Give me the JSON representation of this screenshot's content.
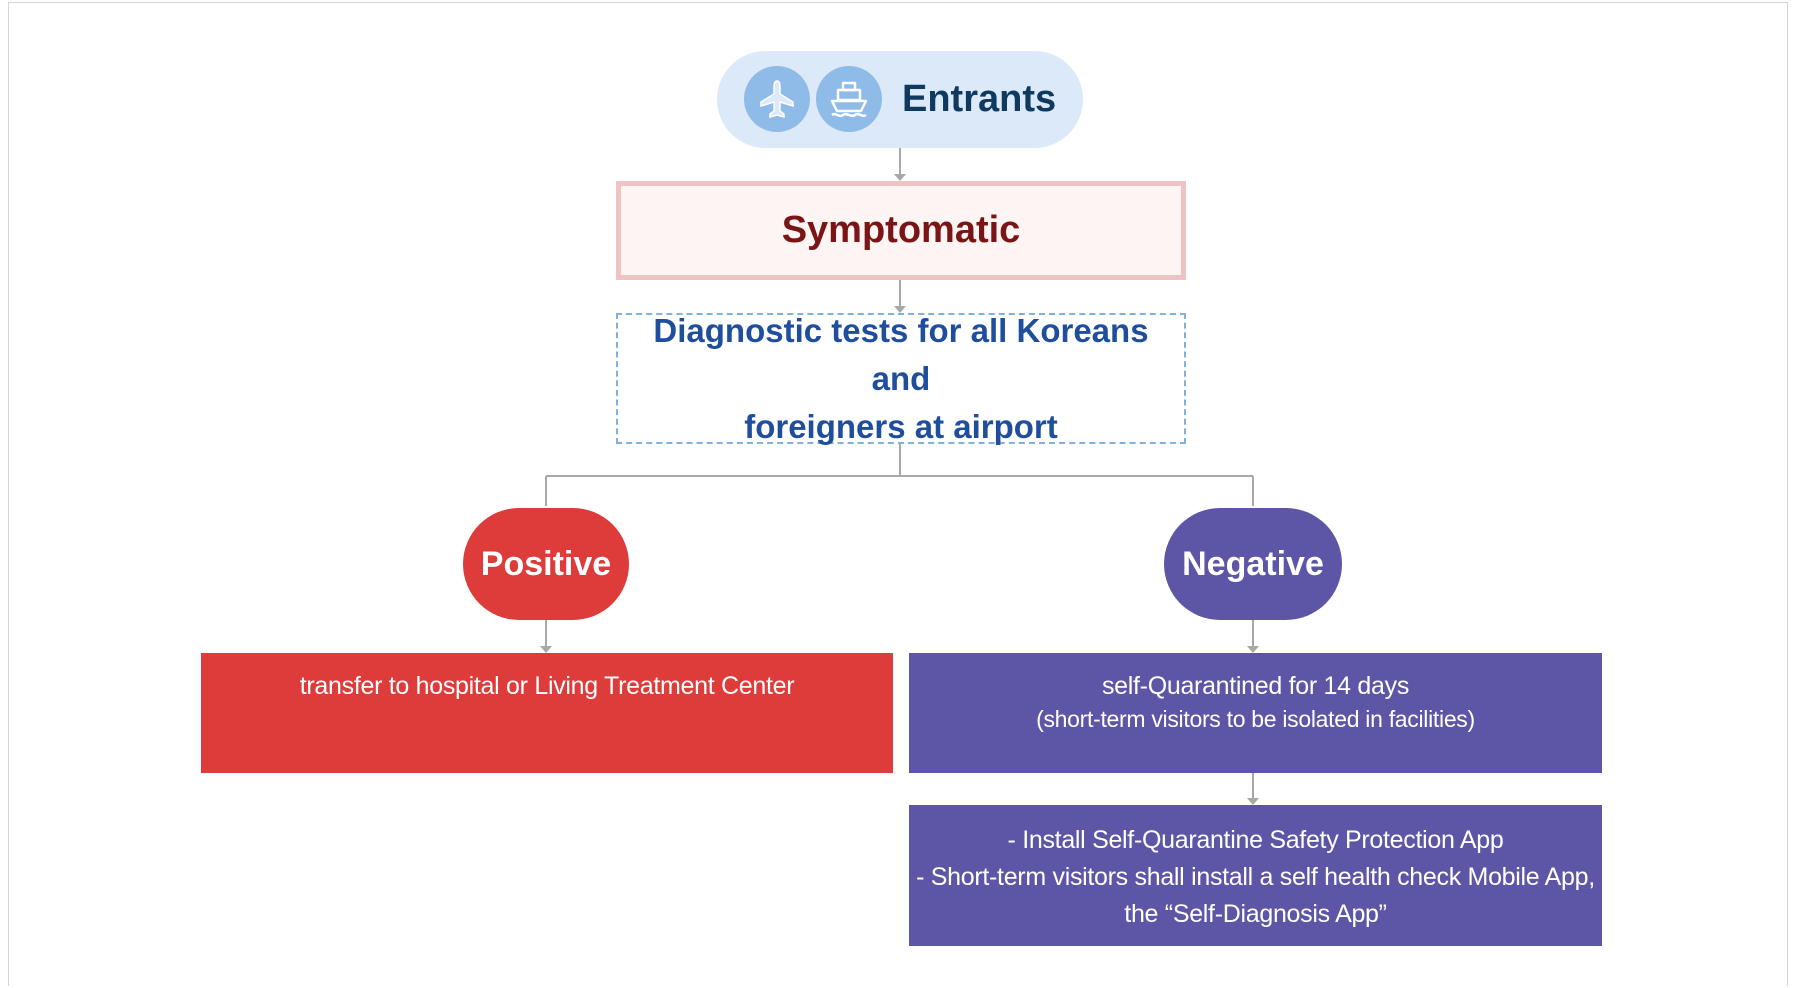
{
  "diagram": {
    "entrants": {
      "label": "Entrants",
      "icons": [
        "airplane-icon",
        "ship-icon"
      ]
    },
    "symptomatic": {
      "label": "Symptomatic"
    },
    "diagnostic": {
      "line1": "Diagnostic tests for all Koreans and",
      "line2": "foreigners at airport"
    },
    "positive": {
      "label": "Positive",
      "action": "transfer to hospital or Living Treatment Center"
    },
    "negative": {
      "label": "Negative",
      "action_line1": "self-Quarantined for 14 days",
      "action_line2": "(short-term visitors to be isolated in facilities)",
      "followup_line1": "- Install Self-Quarantine Safety Protection App",
      "followup_line2": "- Short-term visitors shall install a self health check Mobile App,",
      "followup_line3": "the “Self-Diagnosis App”"
    }
  },
  "colors": {
    "entrants_bg": "#dbe9f9",
    "icon_circle": "#8fbbe8",
    "symptomatic_border": "#efc3c4",
    "symptomatic_text": "#7b1414",
    "diagnostic_text": "#1e4e9c",
    "positive": "#dd3c3a",
    "negative": "#5d56a6",
    "connector": "#a8a8a8"
  }
}
